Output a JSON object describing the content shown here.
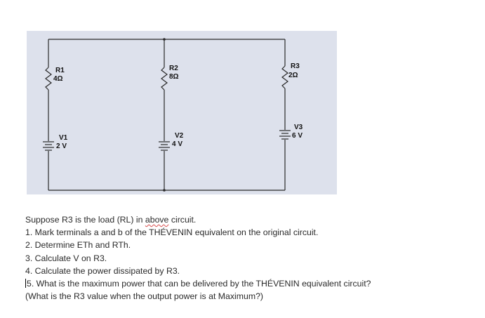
{
  "circuit": {
    "components": [
      {
        "id": "R1",
        "type": "resistor",
        "name": "R1",
        "value": "4Ω"
      },
      {
        "id": "R2",
        "type": "resistor",
        "name": "R2",
        "value": "8Ω"
      },
      {
        "id": "R3",
        "type": "resistor",
        "name": "R3",
        "value": "2Ω"
      },
      {
        "id": "V1",
        "type": "battery",
        "name": "V1",
        "value": "2 V"
      },
      {
        "id": "V2",
        "type": "battery",
        "name": "V2",
        "value": "4 V"
      },
      {
        "id": "V3",
        "type": "battery",
        "name": "V3",
        "value": "6 V"
      }
    ]
  },
  "questions": {
    "intro_before": "Suppose R3 is the load (RL) in ",
    "intro_underlined": "above",
    "intro_after": " circuit.",
    "q1": " 1. Mark terminals a and b of the THÉVENIN equivalent on the original circuit.",
    "q2": "2. Determine ETh and RTh.",
    "q3": "3. Calculate V on R3.",
    "q4": "4. Calculate the power dissipated by R3.",
    "q5": "5. What is the maximum power that can be delivered by the THÉVENIN equivalent circuit?",
    "q5b": "(What is the R3 value when the output power is at Maximum?)"
  }
}
